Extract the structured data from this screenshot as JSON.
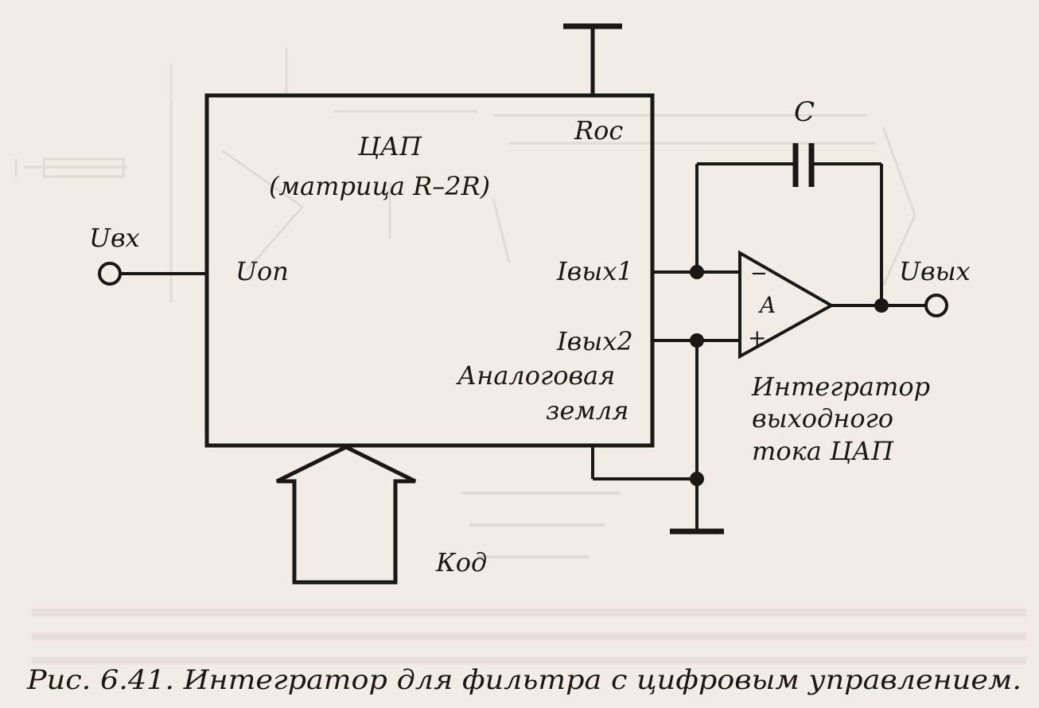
{
  "figure": {
    "caption": "Рис.  6.41. Интегратор для фильтра с цифровым управлением.",
    "dac_block": {
      "title_line1": "ЦАП",
      "title_line2": "(матрица R–2R)",
      "pin_roc": "Roc",
      "pin_uop": "Uоп",
      "pin_iout1": "Iвых1",
      "pin_iout2": "Iвых2",
      "pin_agnd_line1": "Аналоговая",
      "pin_agnd_line2": "земля"
    },
    "input_label": "Uвх",
    "output_label": "Uвых",
    "capacitor_label": "C",
    "opamp_label": "A",
    "opamp_minus": "−",
    "opamp_plus": "+",
    "code_label": "Код",
    "integrator_note_line1": "Интегратор",
    "integrator_note_line2": "выходного",
    "integrator_note_line3": "тока ЦАП"
  },
  "colors": {
    "paper": "#f1ede6",
    "ink": "#1a1814",
    "show_through": "#cfc9bf"
  }
}
